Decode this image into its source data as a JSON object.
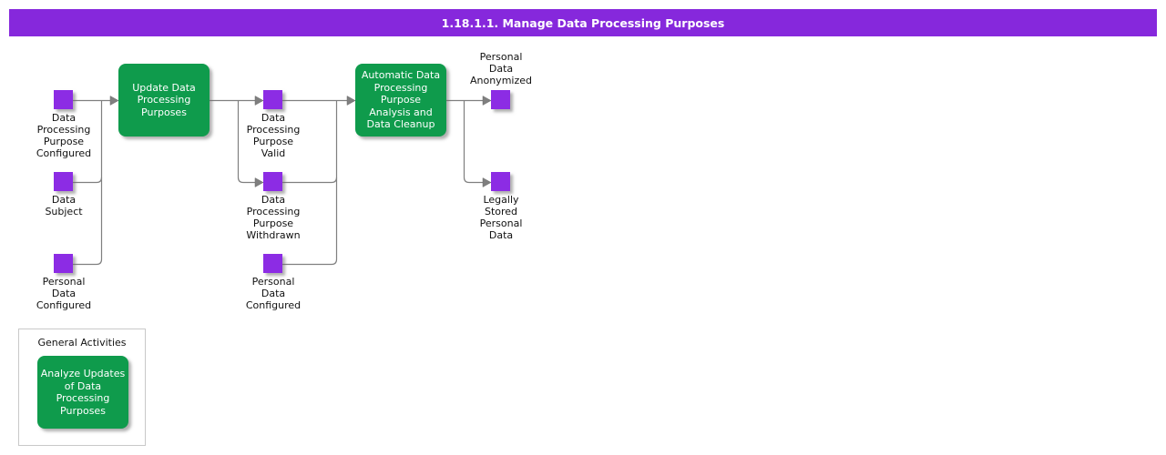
{
  "header": {
    "title": "1.18.1.1. Manage Data Processing Purposes"
  },
  "colors": {
    "header_bg": "#8628dc",
    "event_fill": "#8c2ce4",
    "activity_fill": "#0f9b4c",
    "connector": "#7f7f7f",
    "activity_text": "#ffffff",
    "label_text": "#111111"
  },
  "events": [
    {
      "id": "data-processing-purpose-configured",
      "label": "Data\nProcessing\nPurpose\nConfigured"
    },
    {
      "id": "data-subject",
      "label": "Data\nSubject"
    },
    {
      "id": "personal-data-configured-left",
      "label": "Personal\nData\nConfigured"
    },
    {
      "id": "data-processing-purpose-valid",
      "label": "Data\nProcessing\nPurpose\nValid"
    },
    {
      "id": "data-processing-purpose-withdrawn",
      "label": "Data\nProcessing\nPurpose\nWithdrawn"
    },
    {
      "id": "personal-data-configured-middle",
      "label": "Personal\nData\nConfigured"
    },
    {
      "id": "personal-data-anonymized",
      "label": "Personal\nData\nAnonymized"
    },
    {
      "id": "legally-stored-personal-data",
      "label": "Legally\nStored\nPersonal\nData"
    }
  ],
  "activities": [
    {
      "id": "update-data-processing-purposes",
      "label": "Update Data\nProcessing\nPurposes"
    },
    {
      "id": "automatic-data-processing-purpose-analysis-and-data-cleanup",
      "label": "Automatic Data\nProcessing\nPurpose\nAnalysis and\nData Cleanup"
    }
  ],
  "general_activities": {
    "title": "General Activities",
    "activity": {
      "id": "analyze-updates-of-data-processing-purposes",
      "label": "Analyze Updates\nof Data\nProcessing\nPurposes"
    }
  }
}
